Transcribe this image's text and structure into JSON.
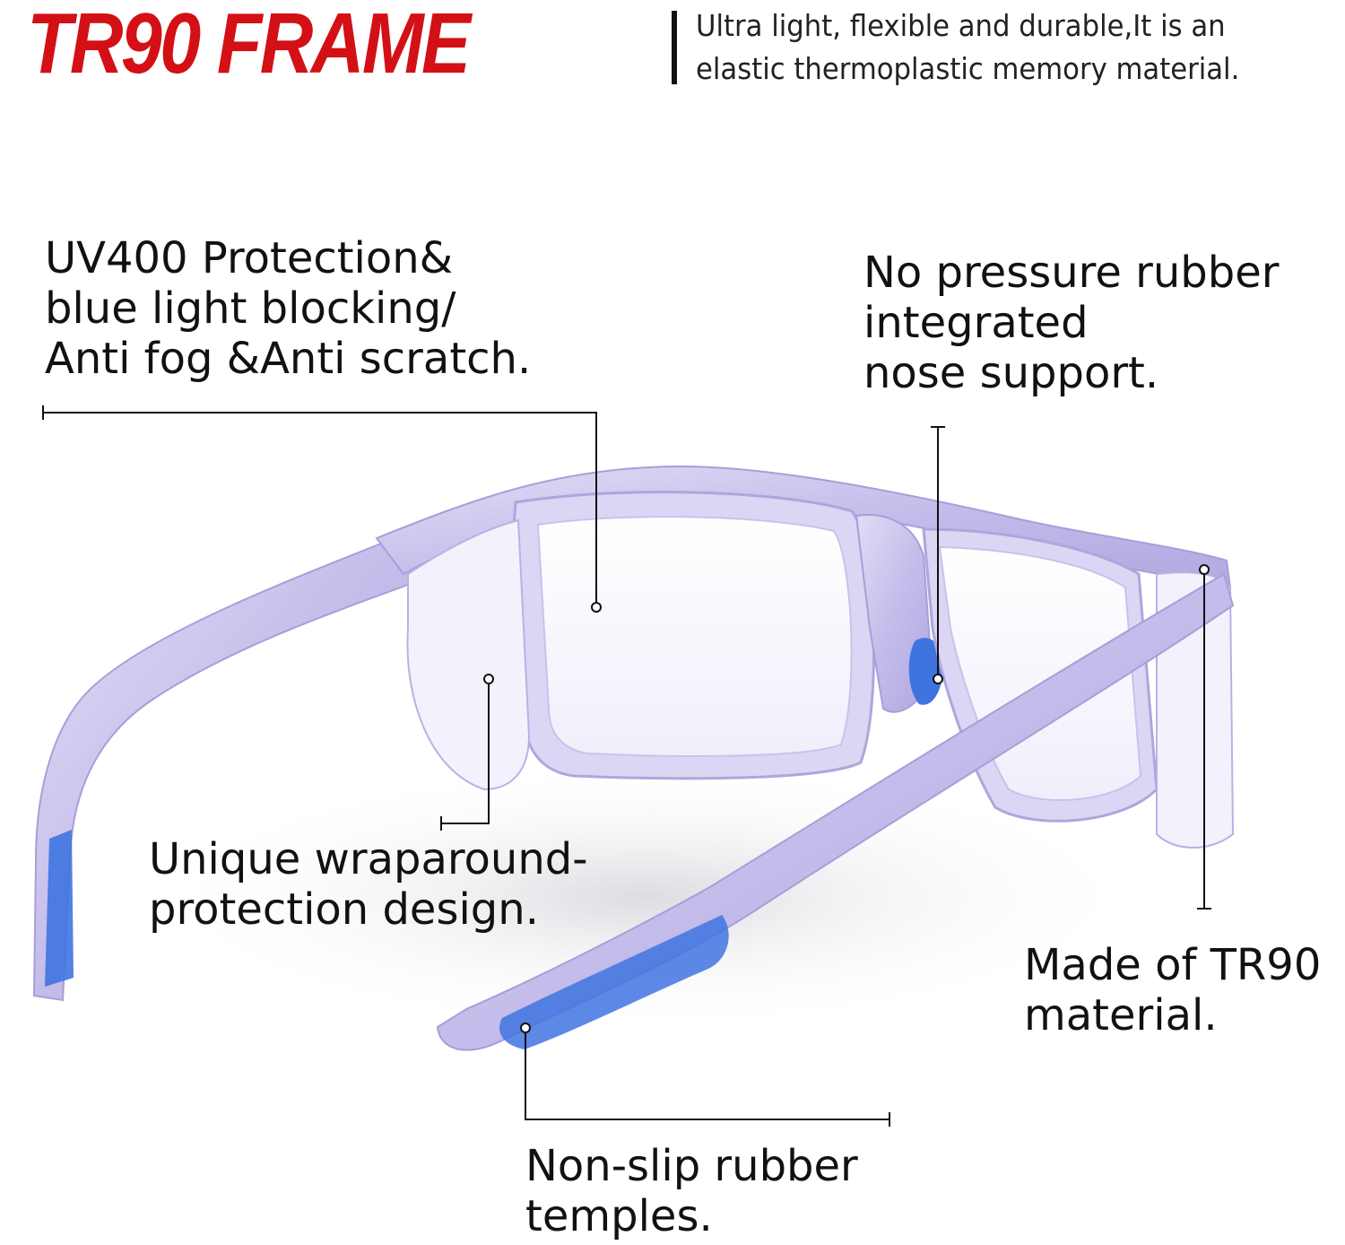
{
  "header": {
    "title": "TR90 FRAME",
    "subtitle_lines": [
      "Ultra light, flexible and durable,It is an",
      "elastic thermoplastic memory material."
    ]
  },
  "callouts": {
    "uv_protection": [
      "UV400 Protection&",
      "blue light blocking/",
      "Anti fog &Anti scratch."
    ],
    "nose_support": [
      "No pressure rubber",
      "integrated",
      "nose support."
    ],
    "wraparound": [
      "Unique wraparound-",
      "protection design."
    ],
    "material": [
      "Made of TR90",
      "material."
    ],
    "temples": [
      "Non-slip rubber",
      "temples."
    ]
  },
  "colors": {
    "title_red": "#d31015",
    "frame_lavender": "#c9c2ec",
    "rubber_blue": "#3f74e0",
    "leader_line": "#111111"
  },
  "icons": [
    "safety-glasses-product-image"
  ]
}
